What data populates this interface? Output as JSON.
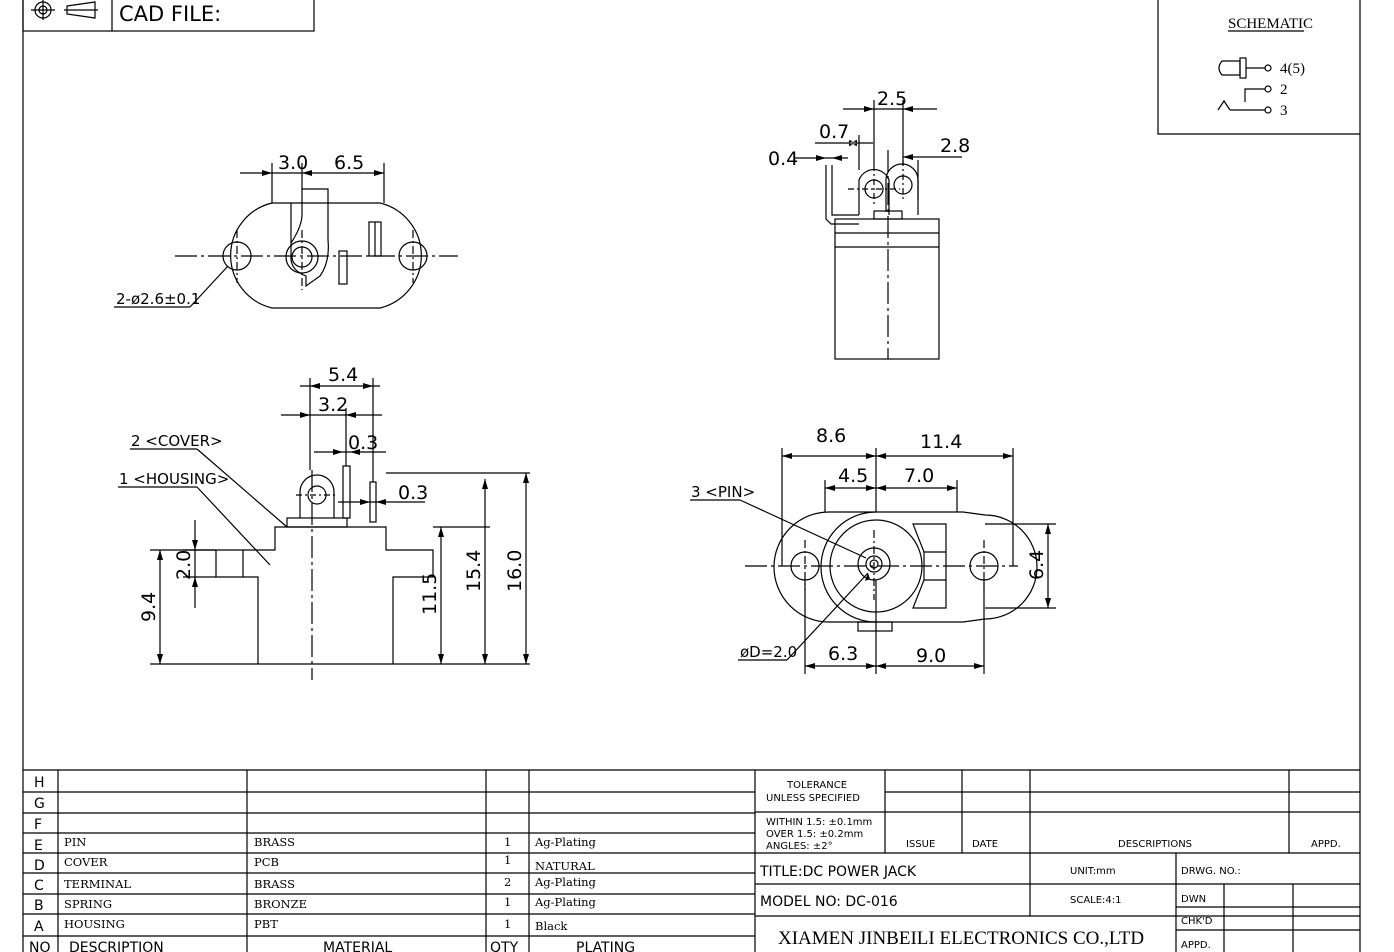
{
  "header": {
    "cad_label": "CAD FILE:"
  },
  "schematic": {
    "title": "SCHEMATIC",
    "pin_a": "4(5)",
    "pin_b": "2",
    "pin_c": "3"
  },
  "top_view": {
    "dim_a": "3.0",
    "dim_b": "6.5",
    "hole_callout": "2-ø2.6±0.1"
  },
  "side_view": {
    "dim_a": "2.5",
    "dim_b": "0.7",
    "dim_c": "0.4",
    "dim_d": "2.8"
  },
  "front_view": {
    "dim_width": "5.4",
    "dim_inner": "3.2",
    "dim_pin": "0.3",
    "dim_pin2": "0.3",
    "label_cover": "2 <COVER>",
    "label_housing": "1 <HOUSING>",
    "dim_flange": "2.0",
    "dim_base": "9.4",
    "dim_h1": "11.5",
    "dim_h2": "15.4",
    "dim_h3": "16.0"
  },
  "bottom_view": {
    "dim_top_left": "8.6",
    "dim_top_right": "11.4",
    "dim_mid_left": "4.5",
    "dim_mid_right": "7.0",
    "label_pin": "3 <PIN>",
    "dim_height": "6.4",
    "pin_dia": "øD=2.0",
    "dim_bot_left": "6.3",
    "dim_bot_right": "9.0"
  },
  "bom": {
    "row_letters": [
      "H",
      "G",
      "F",
      "E",
      "D",
      "C",
      "B",
      "A"
    ],
    "rows": [
      {
        "letter": "E",
        "description": "PIN",
        "material": "BRASS",
        "qty": "1",
        "plating": "Ag-Plating"
      },
      {
        "letter": "D",
        "description": "COVER",
        "material": "PCB",
        "qty": "1",
        "plating": "NATURAL"
      },
      {
        "letter": "C",
        "description": "TERMINAL",
        "material": "BRASS",
        "qty": "2",
        "plating": "Ag-Plating"
      },
      {
        "letter": "B",
        "description": "SPRING",
        "material": "BRONZE",
        "qty": "1",
        "plating": "Ag-Plating"
      },
      {
        "letter": "A",
        "description": "HOUSING",
        "material": "PBT",
        "qty": "1",
        "plating": "Black"
      }
    ],
    "header": {
      "no": "NO",
      "description": "DESCRIPTION",
      "material": "MATERIAL",
      "qty": "QTY",
      "plating": "PLATING"
    }
  },
  "title_block": {
    "tolerance_1": "TOLERANCE",
    "tolerance_2": "UNLESS SPECIFIED",
    "within": "WITHIN 1.5: ±0.1mm",
    "over": "OVER 1.5:  ±0.2mm",
    "angles": "ANGLES: ±2°",
    "issue": "ISSUE",
    "date": "DATE",
    "descriptions": "DESCRIPTIONS",
    "appd": "APPD.",
    "title": "TITLE:DC POWER JACK",
    "unit": "UNIT:mm",
    "drwg_no": "DRWG. NO.:",
    "model": "MODEL NO: DC-016",
    "scale": "SCALE:4:1",
    "dwn": "DWN",
    "chkd": "CHK'D",
    "appd2": "APPD.",
    "company": "XIAMEN JINBEILI ELECTRONICS CO.,LTD"
  }
}
